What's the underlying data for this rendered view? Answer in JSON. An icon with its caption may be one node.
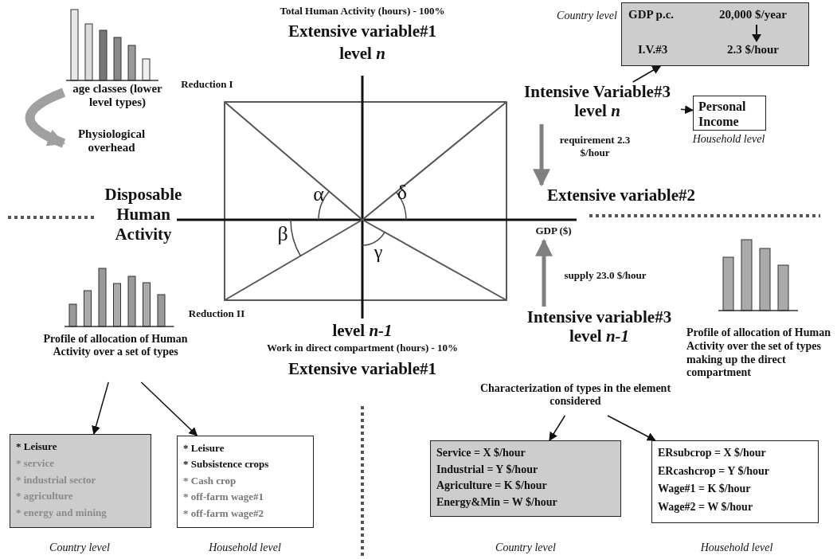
{
  "diagram": {
    "nodes": [
      {
        "text": [
          "Intensive Variable#3 level *n*"
        ]
      },
      {
        "text": [
          "GDP p.c.",
          "20,000 $/year",
          "I.V.#3",
          "2.3 $/hour"
        ],
        "beside": [
          "Country level"
        ]
      },
      {
        "text": [
          "Personal Income"
        ],
        "beside": [
          "Household level"
        ]
      },
      {
        "text": [
          "Extensive variable#2"
        ]
      },
      {
        "text": [
          "GDP ($)"
        ]
      },
      {
        "text": [
          "Intensive variable#3 level *n-1*"
        ]
      },
      {
        "text": [
          "age classes (lower level types)"
        ]
      },
      {
        "text": [
          "Physiological overhead"
        ]
      },
      {
        "text": [
          "Profile of allocation of Human Activity over a set of types"
        ]
      },
      {
        "text": [
          "* Leisure",
          "* service",
          "* industrial sector",
          "* agriculture",
          "* energy and mining"
        ],
        "beside": [
          "Country level"
        ]
      },
      {
        "text": [
          "* Leisure",
          "* Subsistence crops",
          "* Cash crop",
          "* off-farm wage#1",
          "* off-farm wage#2"
        ],
        "beside": [
          "Household level"
        ]
      },
      {
        "text": [
          "Characterization of types in the element considered"
        ]
      },
      {
        "text": [
          "Service = X $/hour",
          "Industrial = Y $/hour",
          "Agriculture = K $/hour",
          "Energy&Min = W $/hour"
        ],
        "beside": [
          "Country level"
        ]
      },
      {
        "text": [
          "ERsubcrop = X $/hour",
          "ERcashcrop = Y $/hour",
          "Wage#1 = K $/hour",
          "Wage#2 = W $/hour"
        ],
        "beside": [
          "Household level"
        ]
      }
    ],
    "edges": [
      {
        "from": 0,
        "to": 1,
        "arrow": "to"
      },
      {
        "from": 0,
        "to": 2,
        "arrow": "to"
      },
      {
        "from": 0,
        "to": 3,
        "arrow": "to",
        "label": "requirement 2.3 $/hour",
        "style": "thick",
        "color": "#808080"
      },
      {
        "from": 5,
        "to": 4,
        "arrow": "to",
        "label": "supply 23.0 $/hour",
        "style": "thick",
        "color": "#808080"
      },
      {
        "from": 6,
        "to": 7,
        "arrow": "to",
        "style": "thick",
        "color": "#a0a0a0"
      },
      {
        "from": 8,
        "to": 9,
        "arrow": "to"
      },
      {
        "from": 8,
        "to": 10,
        "arrow": "to"
      },
      {
        "from": 11,
        "to": 12,
        "arrow": "to"
      },
      {
        "from": 11,
        "to": 13,
        "arrow": "to"
      }
    ],
    "labels": [
      "Total Human Activity (hours) - 100%",
      "Extensive variable#1",
      "level *n*",
      "Reduction I",
      "α",
      "δ",
      "Disposable Human Activity",
      "β",
      "γ",
      "Reduction II",
      "level *n-1*",
      "Work in direct compartment (hours) - 10%",
      "Extensive variable#1",
      "Profile of allocation of Human Activity over the set of types making up the direct compartment"
    ]
  }
}
